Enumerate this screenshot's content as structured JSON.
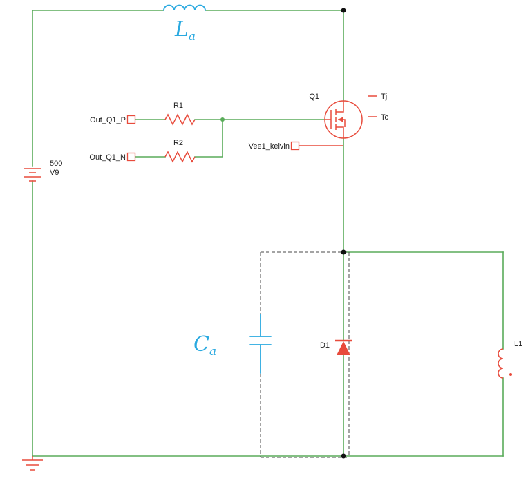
{
  "diagram": {
    "kind": "power electronics circuit schematic (switching cell with clamped inductive load)",
    "labels": {
      "inductor_top": {
        "main": "L",
        "sub": "a"
      },
      "capacitor": {
        "main": "C",
        "sub": "a"
      },
      "source_value": "500",
      "source_name": "V9",
      "port_p": "Out_Q1_P",
      "port_n": "Out_Q1_N",
      "port_kelvin": "Vee1_kelvin",
      "r1": "R1",
      "r2": "R2",
      "q1": "Q1",
      "pin_tj": "Tj",
      "pin_tc": "Tc",
      "d1": "D1",
      "l1": "L1"
    },
    "colors": {
      "wire_green": "#5aac5a",
      "component_red": "#e84b3c",
      "accent_cyan": "#29a9e0",
      "text": "#1f1f1f",
      "dashed_gray": "#4a4a4a"
    }
  }
}
